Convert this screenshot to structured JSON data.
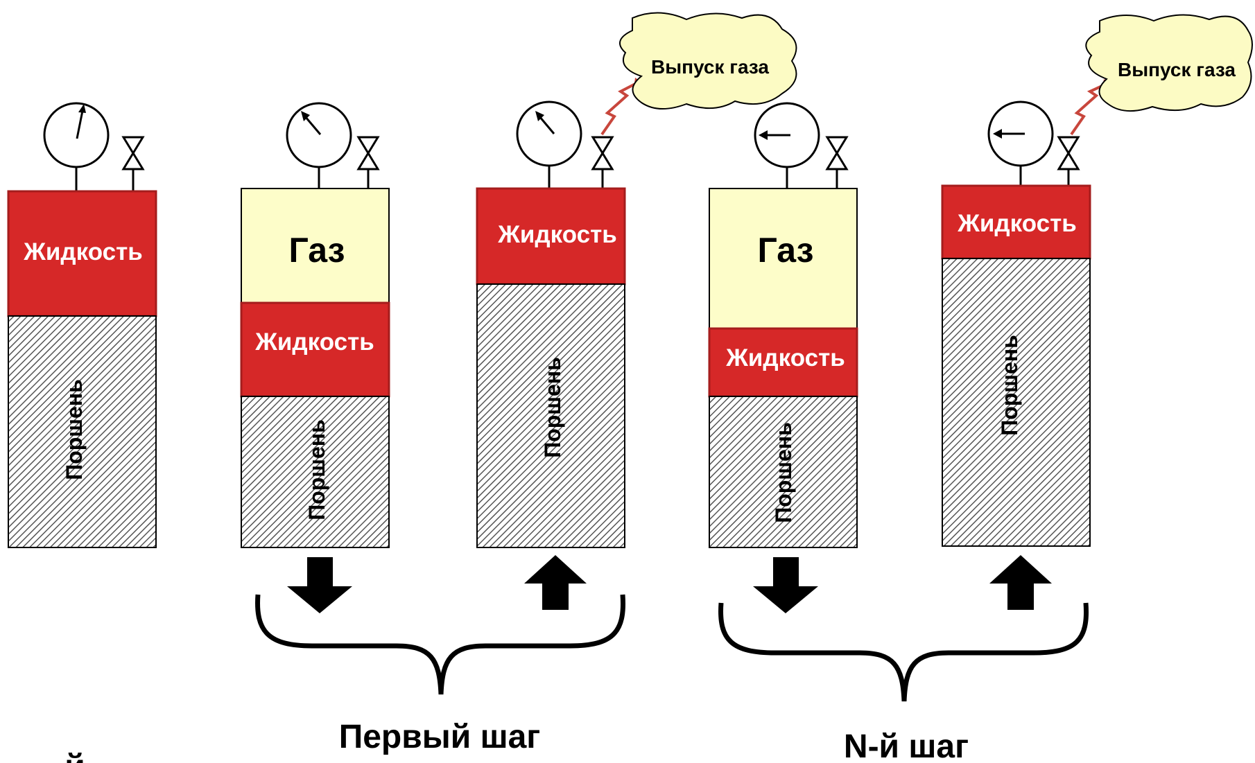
{
  "labels": {
    "liquid": "Жидкость",
    "gas": "Газ",
    "piston": "Поршень",
    "gas_release": "Выпуск газа",
    "first_step": "Первый шаг",
    "n_step": "N-й шаг",
    "partial_char": "й"
  },
  "colors": {
    "liquid": "#d62828",
    "liquid_border": "#a51d1d",
    "gas": "#fdfdc9",
    "cloud": "#fcfbc4",
    "lightning": "#c8463c",
    "stroke": "#000000"
  },
  "icons": {
    "gauge": "pressure-gauge-icon",
    "valve": "valve-icon",
    "arrow_down": "arrow-down-icon",
    "arrow_up": "arrow-up-icon",
    "cloud": "cloud-callout-icon",
    "lightning": "lightning-arrow-icon",
    "brace": "curly-brace-icon"
  }
}
